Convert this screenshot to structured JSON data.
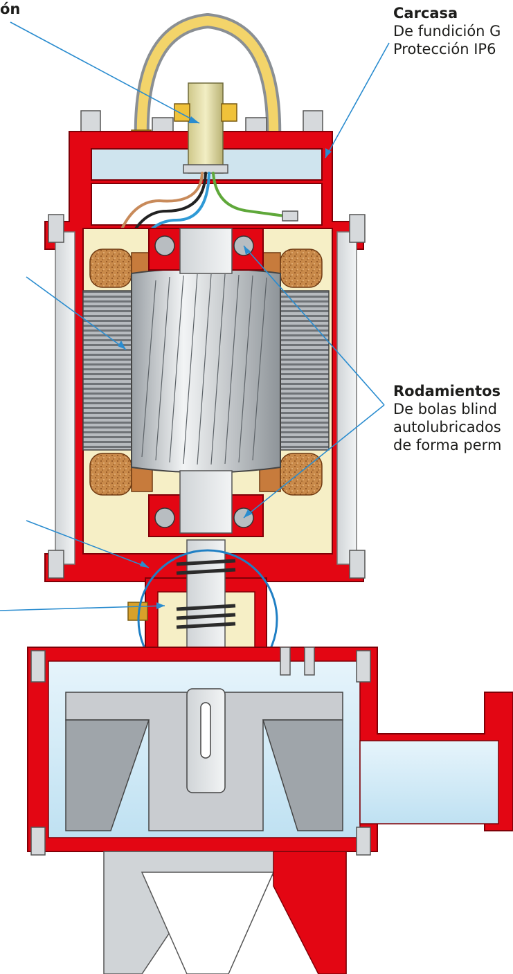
{
  "colors": {
    "housing_red": "#e30613",
    "housing_dark": "#c5000b",
    "water_blue": "#cfe9f6",
    "leader_blue": "#2a8ccf",
    "ring_blue": "#1f7fc4",
    "winding_copper": "#c77b3c",
    "lamination_grey": "#8c8f93",
    "rotor_silver": "#d9dcde",
    "cream": "#f6efc6",
    "handle_yellow": "#f3d46a"
  },
  "labels": {
    "top_left_fragment": "ón",
    "carcasa": {
      "title": "Carcasa",
      "lines": [
        "De fundición G",
        "Protección IP6"
      ]
    },
    "rodamientos": {
      "title": "Rodamientos",
      "lines": [
        "De bolas blind",
        "autolubricados",
        "de forma perm"
      ]
    }
  }
}
